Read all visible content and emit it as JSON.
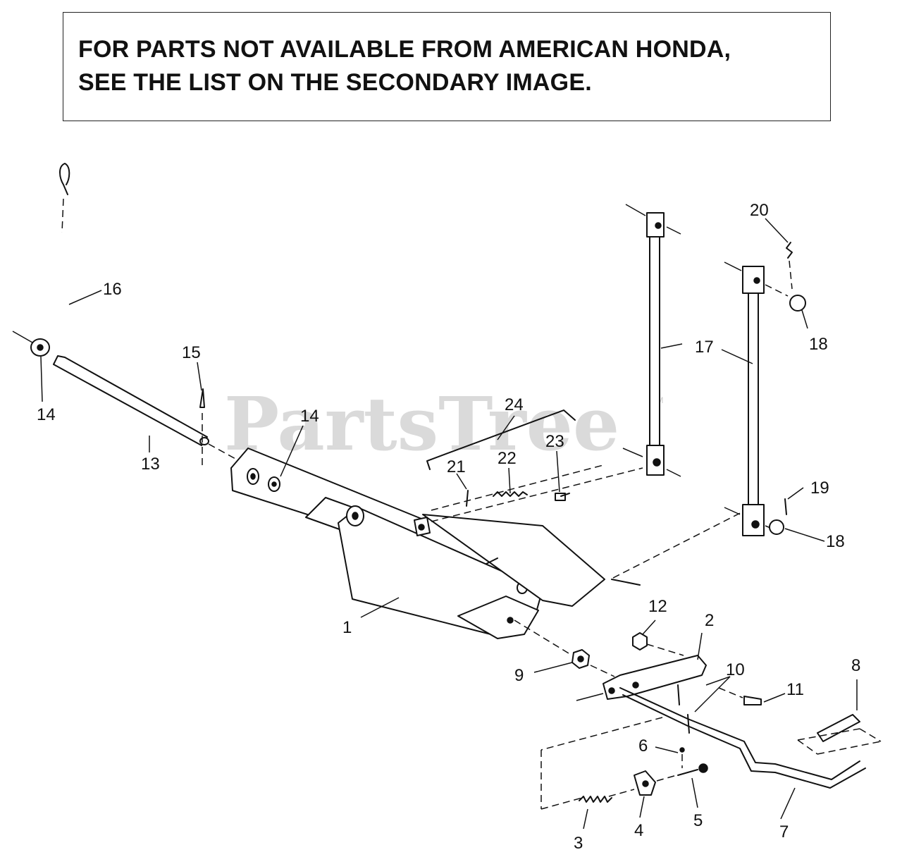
{
  "notice": {
    "line1": "FOR PARTS NOT AVAILABLE FROM AMERICAN HONDA,",
    "line2": "SEE THE LIST ON THE SECONDARY IMAGE."
  },
  "watermark": {
    "text": "PartsTree",
    "trademark": "TM"
  },
  "callouts": {
    "c1": "1",
    "c2": "2",
    "c3": "3",
    "c4": "4",
    "c5": "5",
    "c6": "6",
    "c7": "7",
    "c8": "8",
    "c9": "9",
    "c10": "10",
    "c11": "11",
    "c12": "12",
    "c13": "13",
    "c14a": "14",
    "c14b": "14",
    "c15": "15",
    "c16": "16",
    "c17": "17",
    "c18a": "18",
    "c18b": "18",
    "c19": "19",
    "c20": "20",
    "c21": "21",
    "c22": "22",
    "c23": "23",
    "c24": "24"
  }
}
